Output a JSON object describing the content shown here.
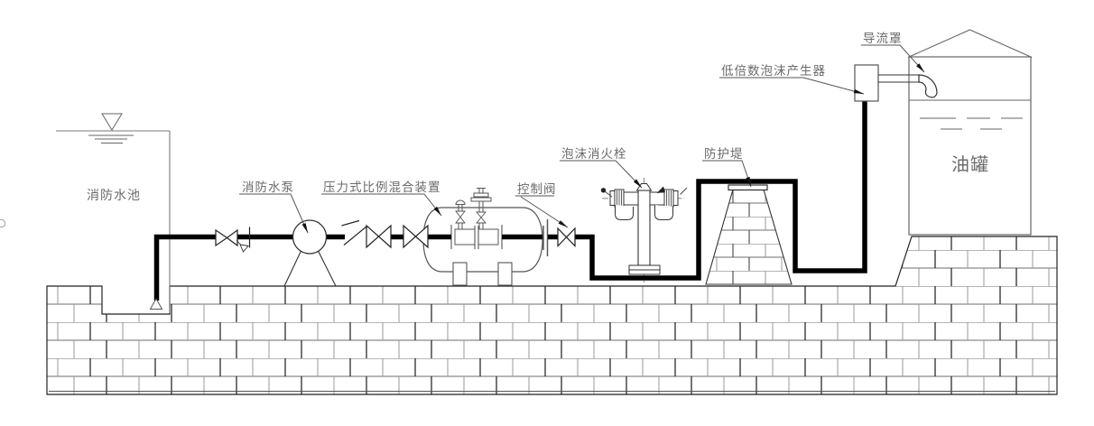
{
  "diagram": {
    "type": "foam-fire-extinguishing-system-schematic",
    "labels": {
      "fire_water_pool": "消防水池",
      "fire_pump": "消防水泵",
      "pressure_proportioner": "压力式比例混合装置",
      "control_valve": "控制阀",
      "foam_hydrant": "泡沫消火栓",
      "protective_dike": "防护堤",
      "foam_generator": "低倍数泡沫产生器",
      "deflector_cover": "导流罩",
      "oil_tank": "油罐"
    },
    "colors": {
      "pipe": "#000000",
      "line": "#444444",
      "light_line": "#777777",
      "label_text": "#6b6b6b",
      "background": "#ffffff"
    }
  }
}
